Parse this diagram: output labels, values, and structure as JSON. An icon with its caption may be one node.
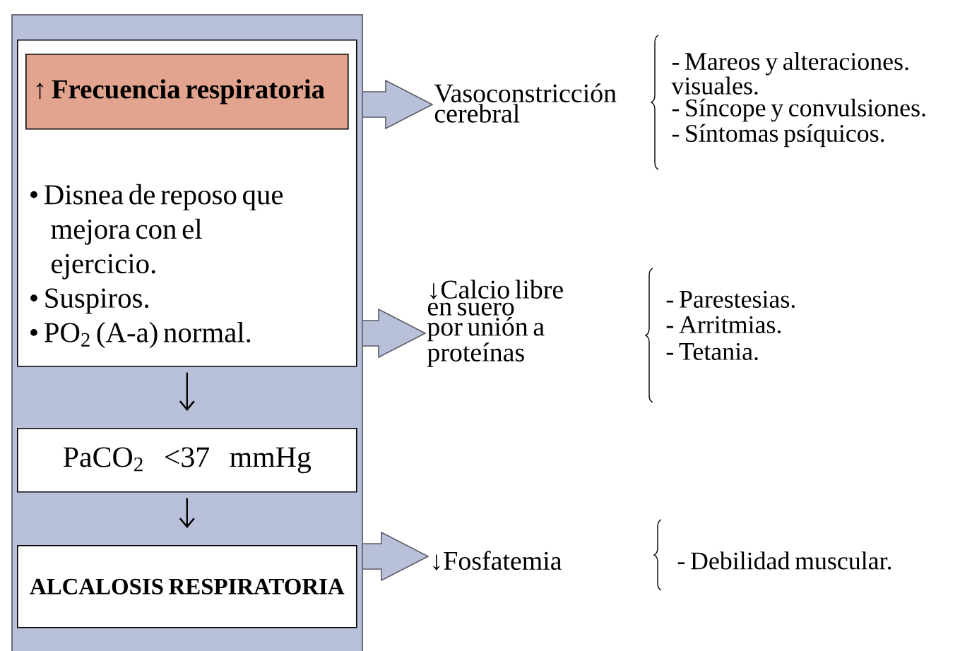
{
  "diagram": {
    "nodes": [
      {
        "text": [],
        "shape": "box"
      },
      {
        "text": [
          "• Disnea de reposo que mejora con el ejercicio.",
          "• Suspiros.",
          "• PO$_{2}$ (A-a) normal."
        ],
        "in": 0
      },
      {
        "text": [
          "↑ Frecuencia respiratoria"
        ],
        "in": 1
      },
      {
        "text": [
          "PaCO$_{2}$ <37 mmHg"
        ],
        "in": 0
      },
      {
        "text": [
          "ALCALOSIS RESPIRATORIA"
        ],
        "in": 0
      },
      {
        "text": [
          "Vasoconstricción cerebral"
        ]
      },
      {
        "text": [
          "↓Calcio libre en suero por unión a proteínas"
        ]
      },
      {
        "text": [
          "↓Fosfatemia"
        ]
      }
    ],
    "edges": [
      {
        "from": 1,
        "to": 3,
        "arrow": "to",
        "color": "#000000"
      },
      {
        "from": 3,
        "to": 4,
        "arrow": "to",
        "color": "#000000"
      },
      {
        "from": 0,
        "to": 5,
        "arrow": "to",
        "style": "thick",
        "color": "#b8c0da"
      },
      {
        "from": 0,
        "to": 6,
        "arrow": "to",
        "style": "thick",
        "color": "#b8c0da"
      },
      {
        "from": 0,
        "to": 7,
        "arrow": "to",
        "style": "thick",
        "color": "#b8c0da"
      }
    ],
    "labels": [
      "- Mareos y alteraciones. visuales.",
      "- Síncope y convulsiones.",
      "- Síntomas psíquicos.",
      "- Parestesias.",
      "- Arritmias.",
      "- Tetania.",
      "- Debilidad muscular."
    ]
  }
}
